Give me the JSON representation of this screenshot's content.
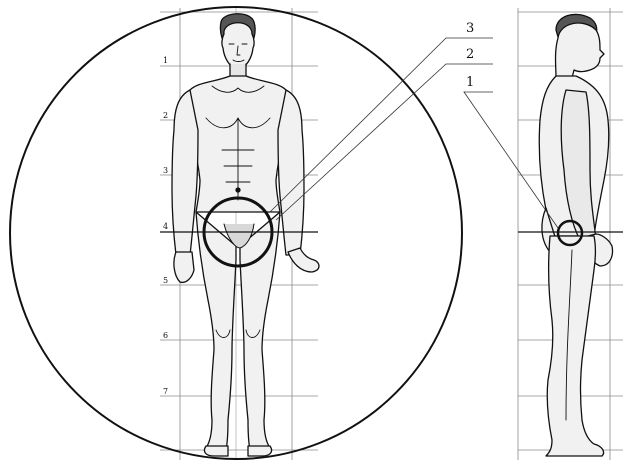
{
  "scale_marks": [
    "1",
    "2",
    "3",
    "4",
    "5",
    "6",
    "7"
  ],
  "callouts": [
    "3",
    "2",
    "1"
  ],
  "colors": {
    "ink": "#111111",
    "grid": "#8a8a8a",
    "skin_light": "#f1f1f1",
    "skin_shade": "#c9c9c9"
  }
}
